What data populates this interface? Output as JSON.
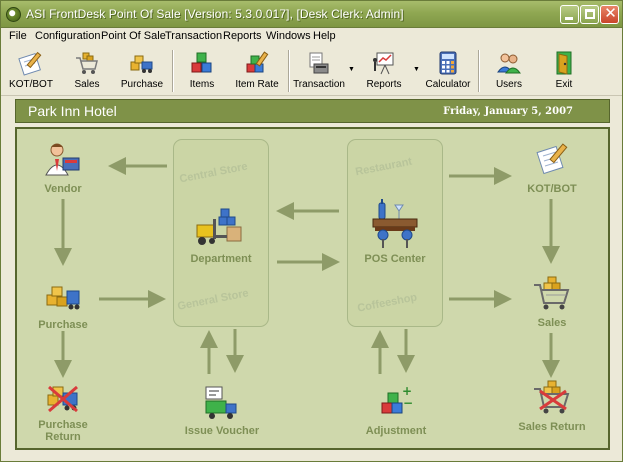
{
  "window": {
    "title": "ASI FrontDesk Point Of Sale [Version: 5.3.0.017], [Desk Clerk: Admin]"
  },
  "menu": {
    "items": [
      "File",
      "Configuration",
      "Point Of Sale",
      "Transaction",
      "Reports",
      "Windows",
      "Help"
    ]
  },
  "toolbar": {
    "kot_bot": "KOT/BOT",
    "sales": "Sales",
    "purchase": "Purchase",
    "items": "Items",
    "item_rate": "Item Rate",
    "transaction": "Transaction",
    "reports": "Reports",
    "calculator": "Calculator",
    "users": "Users",
    "exit": "Exit"
  },
  "header": {
    "hotel_name": "Park Inn Hotel",
    "date": "Friday, January 5, 2007"
  },
  "diagram": {
    "stores": {
      "central_store": "Central Store",
      "general_store": "General Store",
      "restaurant": "Restaurant",
      "coffeeshop": "Coffeeshop"
    },
    "nodes": {
      "vendor": "Vendor",
      "purchase": "Purchase",
      "purchase_return_line1": "Purchase",
      "purchase_return_line2": "Return",
      "department": "Department",
      "issue_voucher": "Issue Voucher",
      "pos_center": "POS Center",
      "adjustment": "Adjustment",
      "kot_bot": "KOT/BOT",
      "sales": "Sales",
      "sales_return": "Sales Return"
    }
  },
  "colors": {
    "title_bar": "#8FA752",
    "header_bar": "#7F9248",
    "diagram_bg": "#CFD8AC",
    "arrow": "#8E9B68",
    "node_label": "#7E8F55"
  }
}
